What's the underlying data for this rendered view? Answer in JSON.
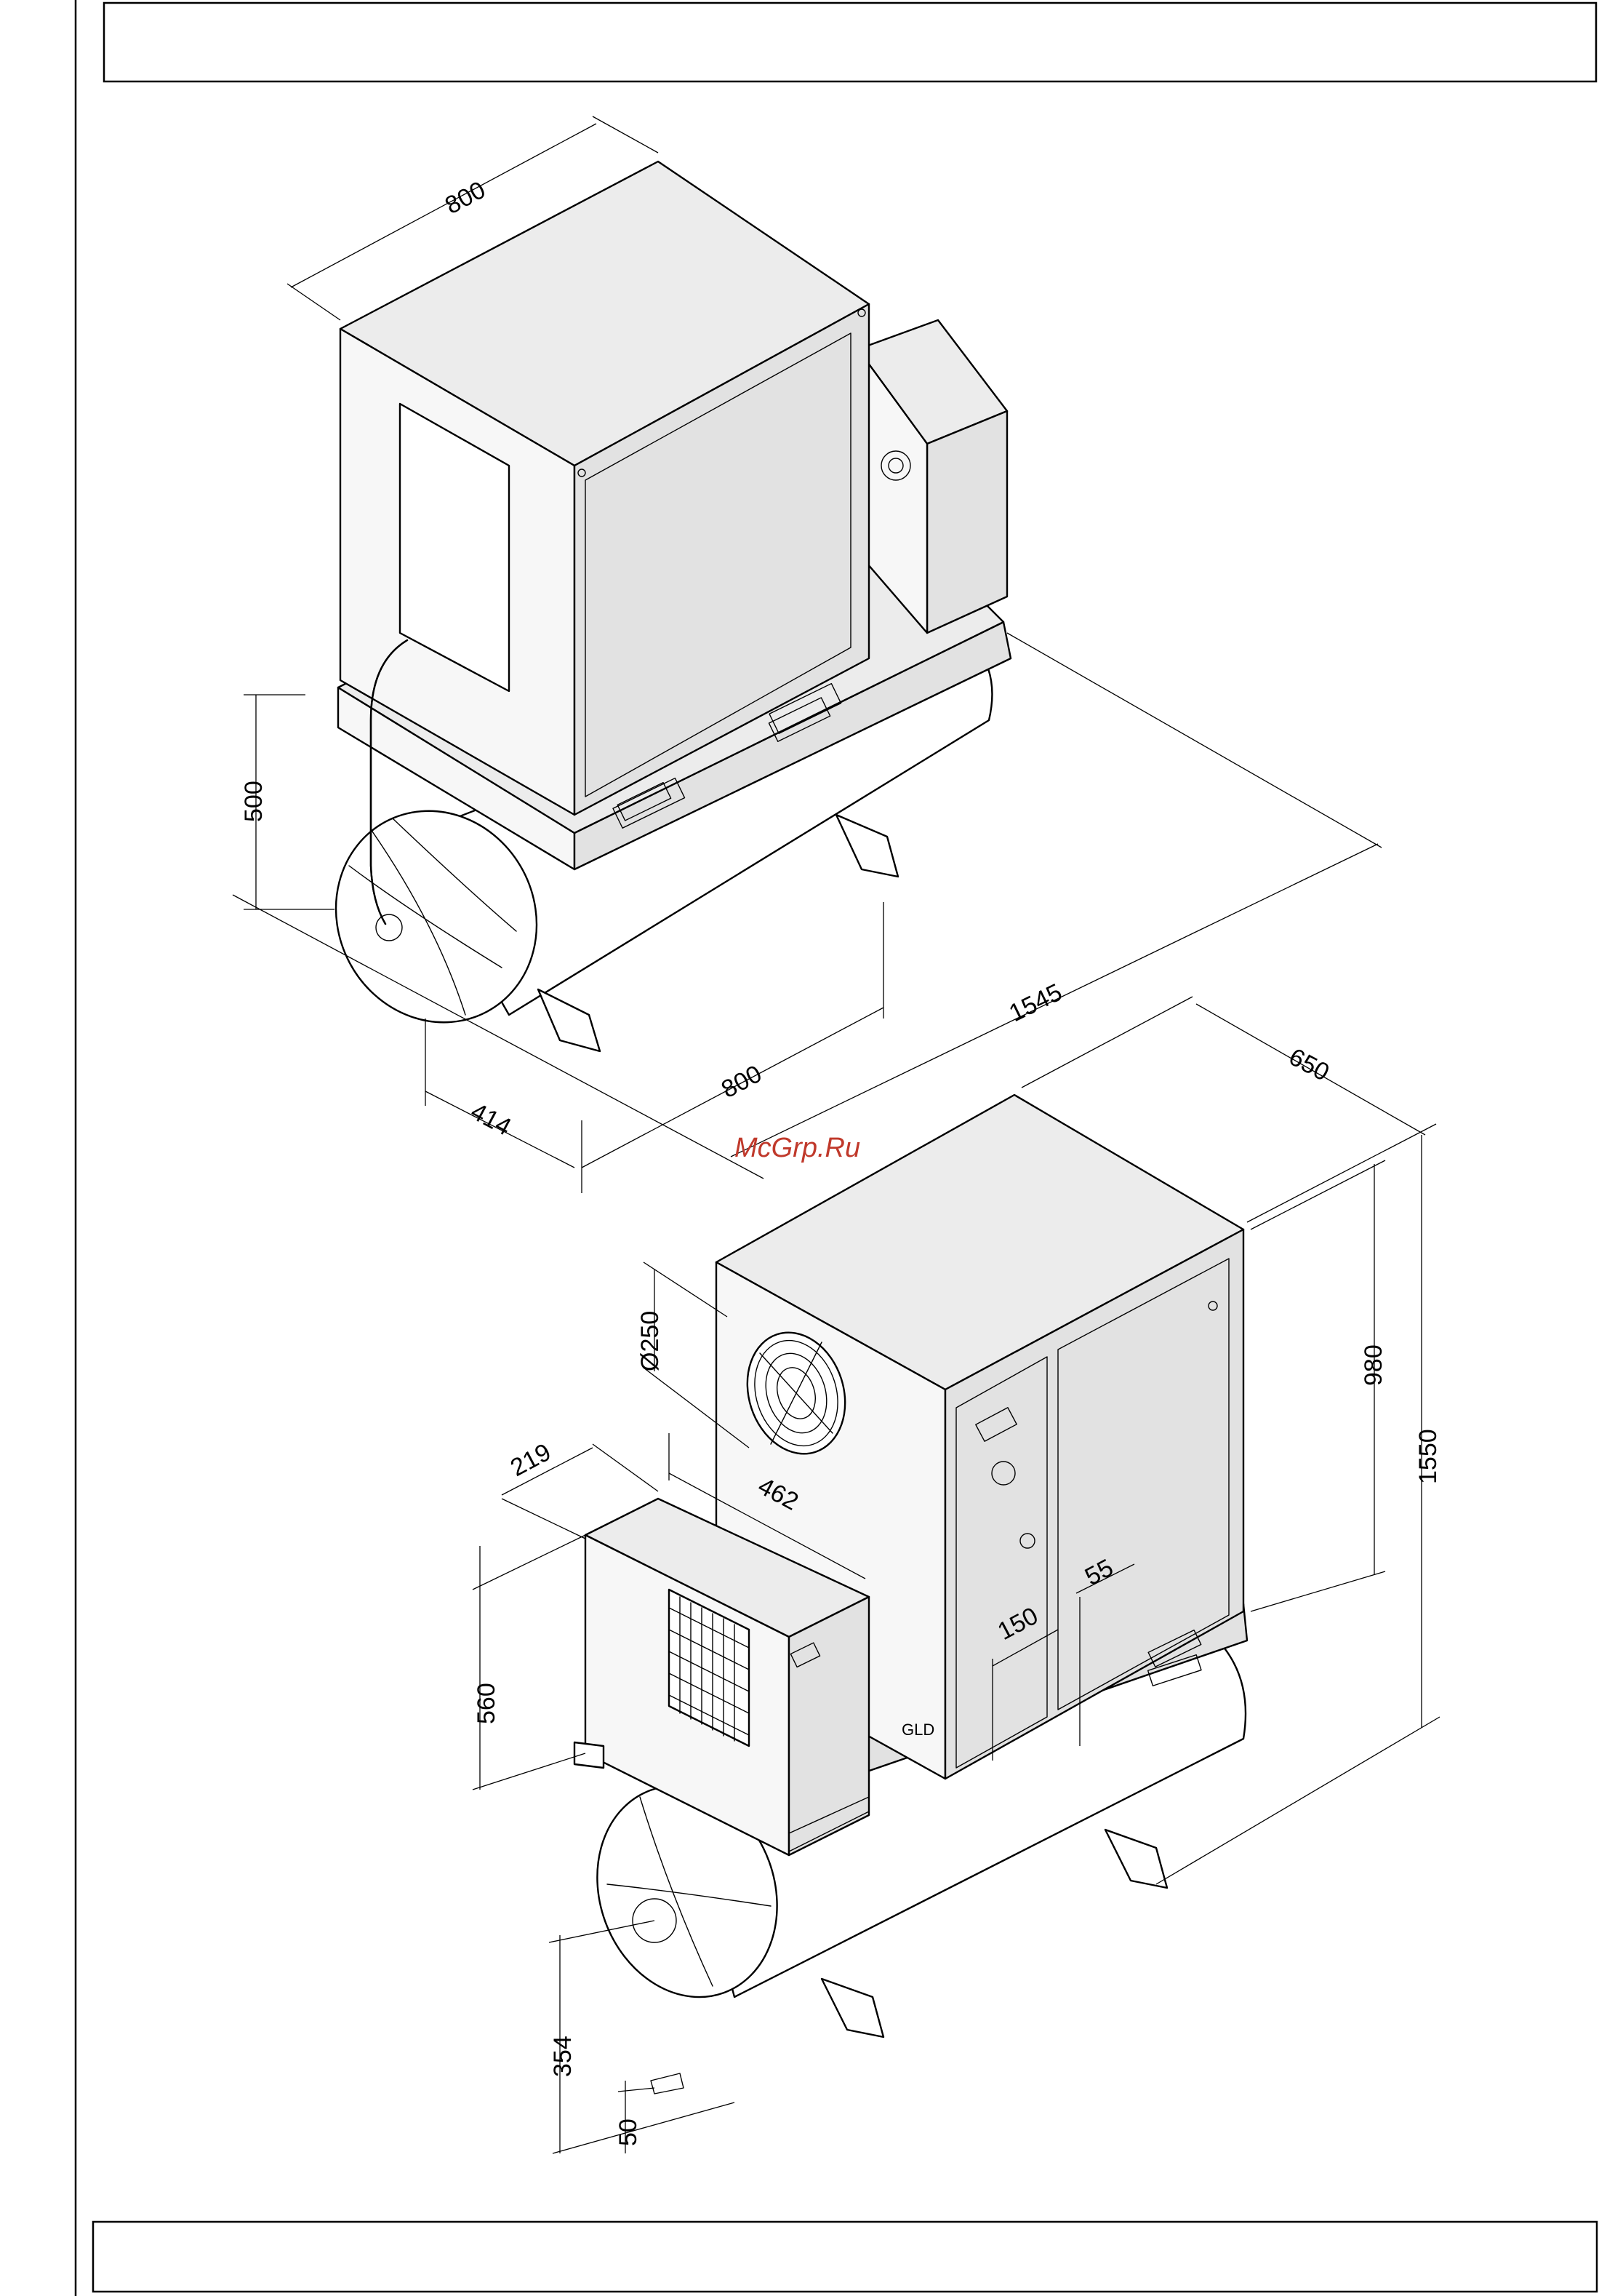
{
  "watermark": "McGrp.Ru",
  "unit_a": {
    "dimensions": {
      "top_width": "800",
      "tank_height": "500",
      "tank_length": "1545",
      "base_depth": "800",
      "foot_offset": "414"
    }
  },
  "unit_b": {
    "dimensions": {
      "depth": "650",
      "fan_diameter": "Ø250",
      "dryer_depth": "219",
      "side_width": "462",
      "cabinet_height": "980",
      "total_height": "1550",
      "dryer_height": "560",
      "door_width": "150",
      "door_gap": "55",
      "outlet_height": "354",
      "drain_height": "50"
    },
    "logo_text": "GLD"
  }
}
